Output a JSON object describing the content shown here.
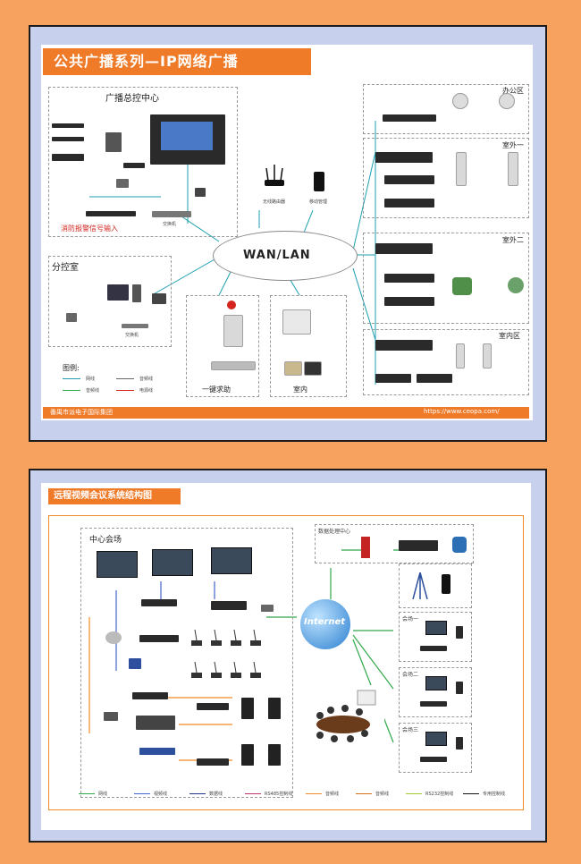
{
  "diagram1": {
    "title": "公共广播系列—IP网络广播",
    "center_region": "广播总控中心",
    "branch_region": "分控室",
    "wan_label": "WAN/LAN",
    "alarm_text": "消防报警信号输入",
    "switch_label": "交换机",
    "switch2_label": "交换机",
    "router_label": "无线路由器",
    "phone_label": "移动管理",
    "legend_title": "图例:",
    "legend_items": [
      "网线",
      "音频线",
      "音频线",
      "电源线"
    ],
    "sos_region": "一键求助",
    "indoor_region": "室内",
    "office_label": "办公区",
    "outdoor1_label": "室外一",
    "outdoor2_label": "室外二",
    "indoor_zone_label": "室内区",
    "footer_left": "番禺市派电子国际集团",
    "footer_right": "https://www.ceopa.com/"
  },
  "diagram2": {
    "title": "远程视频会议系统结构图",
    "main_hall": "中心会场",
    "data_center": "数据处理中心",
    "internet_label": "Internet",
    "venue_labels": [
      "会场一",
      "会场二",
      "会场三"
    ],
    "legend_items": [
      "网线",
      "视频线",
      "数据线",
      "RS485控制线",
      "音频线",
      "音频线",
      "RS232控制线",
      "专用控制线"
    ]
  },
  "colors": {
    "accent": "#ef7a28",
    "page_bg": "#f7a25f",
    "frame": "#c7d1ee",
    "green_line": "#2fa84a",
    "blue_line": "#4466cc",
    "orange_line": "#f08a24"
  },
  "icons": [
    "speaker-icon",
    "router-icon",
    "phone-icon",
    "globe-icon",
    "camera-icon",
    "microphone-icon",
    "tv-wall-icon"
  ]
}
